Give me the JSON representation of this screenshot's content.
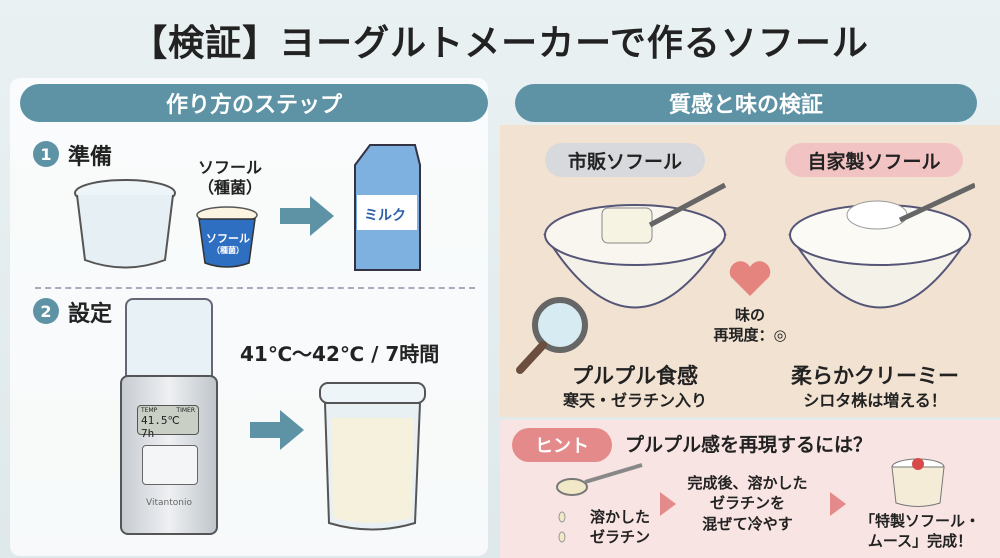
{
  "title": "【検証】ヨーグルトメーカーで作るソフール",
  "left": {
    "header": "作り方のステップ",
    "step1": {
      "num": "1",
      "label": "準備",
      "starter_label": "ソフール\n（種菌）",
      "cup_brand": "ソフール",
      "cup_sub": "（種菌）",
      "milk_label": "ミルク"
    },
    "step2": {
      "num": "2",
      "label": "設定",
      "settings": "41℃〜42℃ / 7時間",
      "display_temp_label": "TEMP",
      "display_timer_label": "TIMER",
      "display_value": "41.5℃ 7h",
      "maker_brand": "Vitantonio"
    }
  },
  "right": {
    "header": "質感と味の検証",
    "commercial": {
      "tag": "市販ソフール",
      "title": "プルプル食感",
      "sub": "寒天・ゼラチン入り"
    },
    "homemade": {
      "tag": "自家製ソフール",
      "title": "柔らかクリーミー",
      "sub": "シロタ株は増える！"
    },
    "taste": {
      "line1": "味の",
      "line2": "再現度：◎"
    }
  },
  "hint": {
    "tag": "ヒント",
    "question": "プルプル感を再現するには？",
    "step1": "溶かした\nゼラチン",
    "step2": "完成後、溶かした\nゼラチンを\n混ぜて冷やす",
    "step3": "「特製ソフール・\nムース」完成！"
  },
  "colors": {
    "accent": "#5e93a6",
    "pink": "#e58a8a",
    "beige": "#f2e2d2"
  }
}
